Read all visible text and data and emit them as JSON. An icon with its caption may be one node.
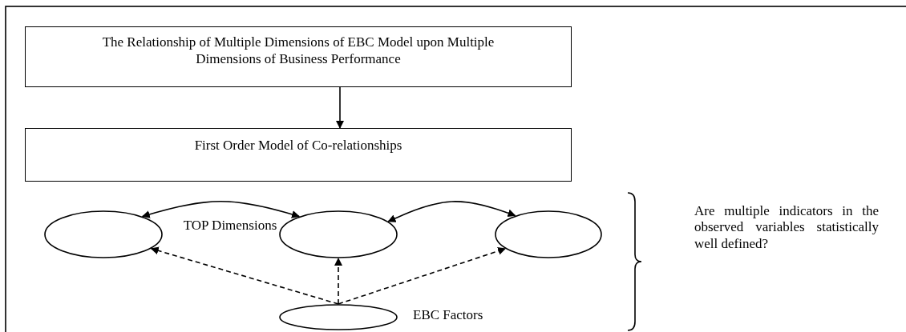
{
  "diagram": {
    "nodes": [
      {
        "text": [
          "The Relationship of Multiple Dimensions of EBC Model upon Multiple Dimensions of Business Performance"
        ]
      },
      {
        "text": [
          "First Order Model of Co-relationships"
        ]
      },
      {
        "text": [],
        "shape": "ellipse"
      },
      {
        "text": [],
        "shape": "ellipse"
      },
      {
        "text": [],
        "shape": "ellipse"
      },
      {
        "text": [],
        "shape": "ellipse",
        "beside": [
          "EBC Factors"
        ]
      }
    ],
    "edges": [
      {
        "from": 0,
        "to": 1,
        "arrow": "to"
      },
      {
        "from": 2,
        "to": 3,
        "arrow": "both"
      },
      {
        "from": 3,
        "to": 4,
        "arrow": "both"
      },
      {
        "from": 5,
        "to": 2,
        "arrow": "to",
        "style": "dashed"
      },
      {
        "from": 5,
        "to": 3,
        "arrow": "to",
        "style": "dashed"
      },
      {
        "from": 5,
        "to": 4,
        "arrow": "to",
        "style": "dashed"
      }
    ],
    "labels": [
      "TOP Dimensions",
      "Are multiple indicators in the observed variables statistically well defined?"
    ]
  }
}
